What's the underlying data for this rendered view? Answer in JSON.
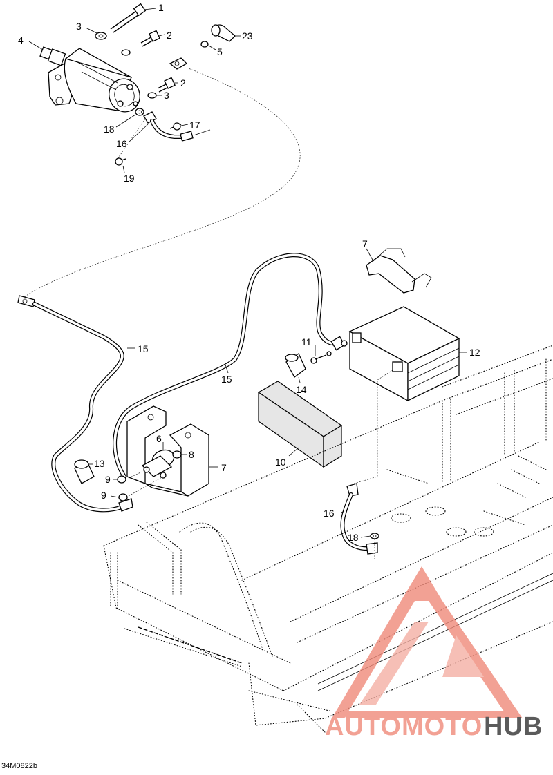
{
  "diagram": {
    "reference_code": "34M0822b",
    "callouts": [
      {
        "id": "c1",
        "label": "1"
      },
      {
        "id": "c2a",
        "label": "2"
      },
      {
        "id": "c2b",
        "label": "2"
      },
      {
        "id": "c3a",
        "label": "3"
      },
      {
        "id": "c3b",
        "label": "3"
      },
      {
        "id": "c4",
        "label": "4"
      },
      {
        "id": "c5",
        "label": "5"
      },
      {
        "id": "c23",
        "label": "23"
      },
      {
        "id": "c17",
        "label": "17"
      },
      {
        "id": "c18a",
        "label": "18"
      },
      {
        "id": "c16a",
        "label": "16"
      },
      {
        "id": "c19",
        "label": "19"
      },
      {
        "id": "c7a",
        "label": "7"
      },
      {
        "id": "c11",
        "label": "11"
      },
      {
        "id": "c12",
        "label": "12"
      },
      {
        "id": "c14",
        "label": "14"
      },
      {
        "id": "c15a",
        "label": "15"
      },
      {
        "id": "c15b",
        "label": "15"
      },
      {
        "id": "c6",
        "label": "6"
      },
      {
        "id": "c8",
        "label": "8"
      },
      {
        "id": "c7b",
        "label": "7"
      },
      {
        "id": "c13",
        "label": "13"
      },
      {
        "id": "c9a",
        "label": "9"
      },
      {
        "id": "c9b",
        "label": "9"
      },
      {
        "id": "c10",
        "label": "10"
      },
      {
        "id": "c16b",
        "label": "16"
      },
      {
        "id": "c18b",
        "label": "18"
      }
    ]
  },
  "watermark": {
    "text_part1": "AUTOMOTO",
    "text_part2": "HUB",
    "color_primary": "#f08a7a",
    "color_secondary": "#222222"
  }
}
